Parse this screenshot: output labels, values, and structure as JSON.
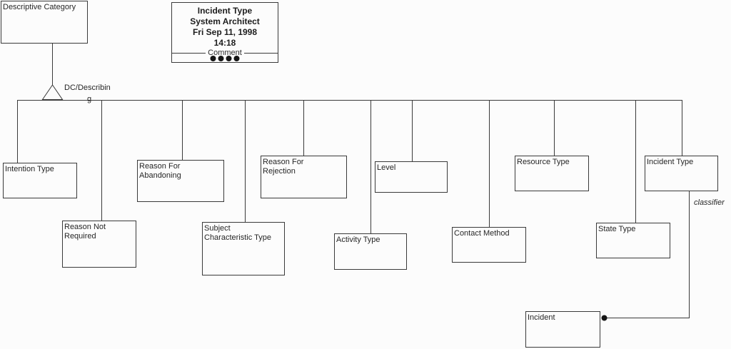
{
  "colors": {
    "background": "#fcfcfc",
    "line": "#3a3a3a",
    "text": "#262626"
  },
  "title_block": {
    "line1": "Incident Type",
    "line2": "System Architect",
    "line3": "Fri Sep 11, 1998",
    "line4": "14:18",
    "comment_label": "Comment",
    "dot_count": 4
  },
  "connector": {
    "label_line1": "DC/Describin",
    "label_line2": "g",
    "full_label": "DC/Describing"
  },
  "classifier_label": "classifier",
  "entities": [
    {
      "name": "Descriptive Category"
    },
    {
      "name": "Intention Type"
    },
    {
      "name": "Reason Not\nRequired"
    },
    {
      "name": "Reason For\nAbandoning"
    },
    {
      "name": "Subject\nCharacteristic Type"
    },
    {
      "name": "Reason For\nRejection"
    },
    {
      "name": "Activity Type"
    },
    {
      "name": "Level"
    },
    {
      "name": "Contact Method"
    },
    {
      "name": "Resource Type"
    },
    {
      "name": "State Type"
    },
    {
      "name": "Incident Type"
    },
    {
      "name": "Incident"
    }
  ]
}
